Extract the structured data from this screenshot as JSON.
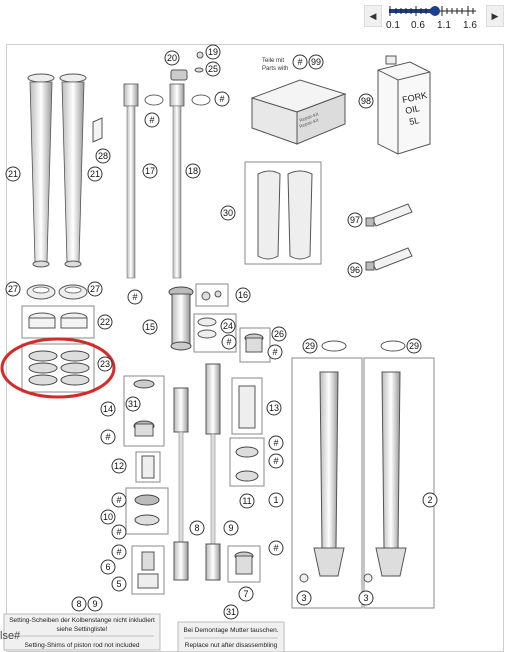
{
  "zoom": {
    "left_btn": "◀",
    "right_btn": "▶",
    "ticks": [
      "0.1",
      "0.6",
      "1.1",
      "1.6"
    ],
    "value_fraction": 0.52
  },
  "diagram": {
    "callouts": [
      "21",
      "21",
      "28",
      "17",
      "18",
      "20",
      "19",
      "25",
      "#",
      "#",
      "99",
      "96",
      "98",
      "30",
      "97",
      "27",
      "27",
      "22",
      "23",
      "16",
      "15",
      "24",
      "26",
      "#",
      "#",
      "29",
      "29",
      "14",
      "31",
      "#",
      "13",
      "#",
      "12",
      "#",
      "10",
      "#",
      "8",
      "9",
      "11",
      "1",
      "2",
      "6",
      "5",
      "7",
      "3",
      "3",
      "#",
      "#",
      "#",
      "#",
      "#",
      "#",
      "#",
      "#"
    ],
    "can_label": "FORK\nOIL\n5L",
    "box_label_1": "Repair-Kit",
    "box_label_2": "Repair-Kit",
    "teile_mit": "Teile mit",
    "parts_with": "Parts with",
    "note_left_de": "Setting-Scheiben der Kolbenstange nicht inkludiert",
    "note_left_de2": "siehe Settingliste!",
    "note_left_en": "Setting-Shims of piston rod not included",
    "note_right_de": "Bei Demontage Mutter tauschen.",
    "note_right_en": "Replace nut after disassembling",
    "note_left_refs": [
      "8",
      "9"
    ],
    "note_right_ref": "31"
  },
  "footer_text": "lse#"
}
